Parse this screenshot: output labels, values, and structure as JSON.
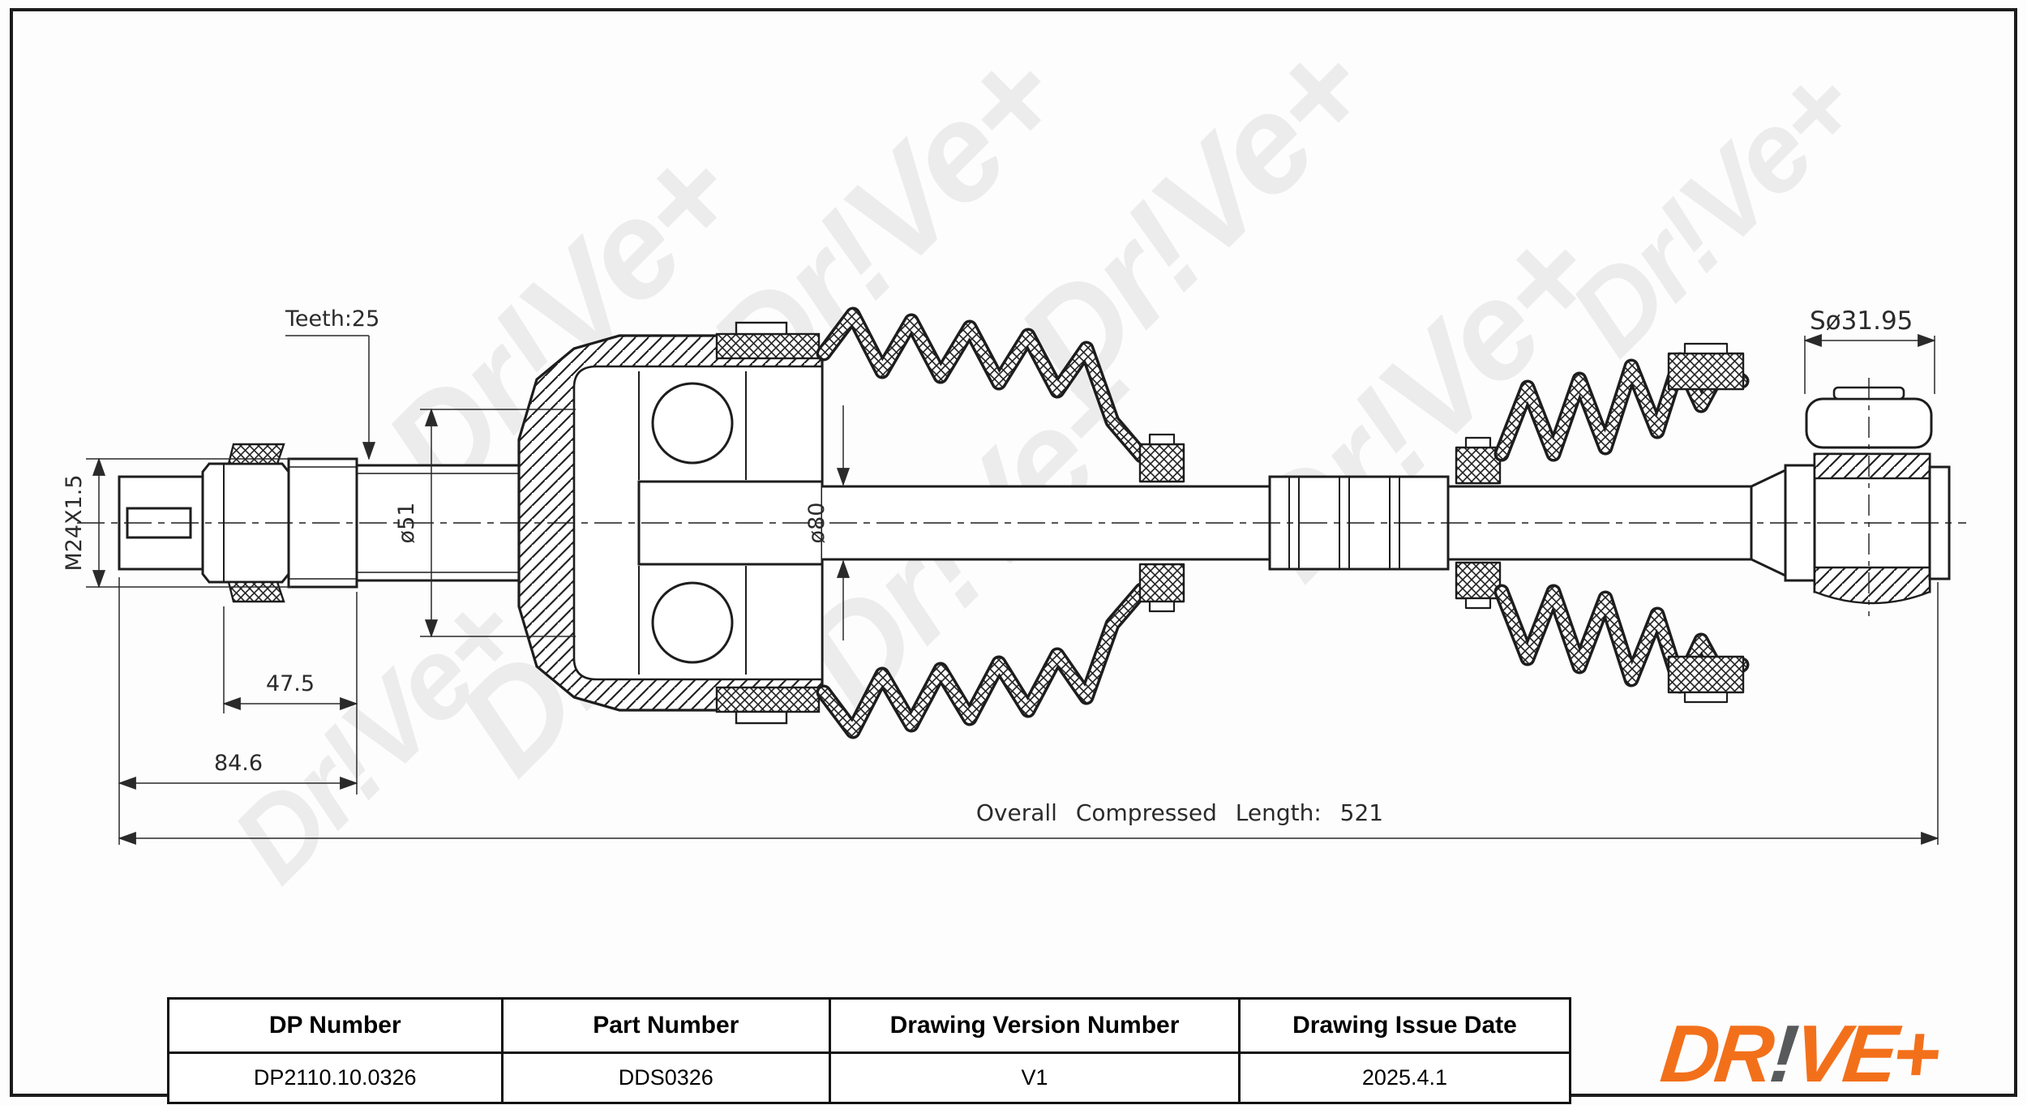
{
  "sheet": {
    "background": "#fdfdfd",
    "frame_color": "#1c1c1c",
    "line_color": "#222222"
  },
  "watermark": {
    "text": "Dr!Ve+",
    "color": "#ececec"
  },
  "drawing": {
    "labels": {
      "teeth": "Teeth:25",
      "thread_spec": "M24X1.5",
      "joint_bore_diameter": "ø51",
      "shaft_diameter": "ø80",
      "ball_diameter": "Sø31.95",
      "thread_length": "47.5",
      "stub_length": "84.6",
      "overall_length": "Overall Compressed Length: 521"
    }
  },
  "title_block": {
    "headers": [
      "DP Number",
      "Part Number",
      "Drawing Version Number",
      "Drawing Issue Date"
    ],
    "values": [
      "DP2110.10.0326",
      "DDS0326",
      "V1",
      "2025.4.1"
    ]
  },
  "logo": {
    "part1": "DR",
    "bang": "!",
    "part2": "VE+",
    "orange": "#F3701B",
    "gray": "#58595B"
  }
}
